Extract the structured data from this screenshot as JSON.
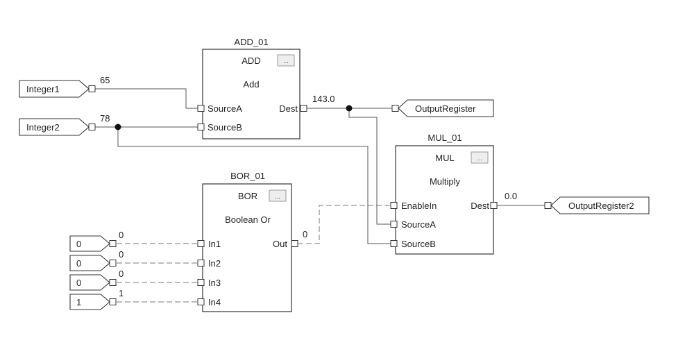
{
  "blocks": {
    "add": {
      "instance": "ADD_01",
      "mnemonic": "ADD",
      "description": "Add",
      "ellipsis": "...",
      "inputs": [
        "SourceA",
        "SourceB"
      ],
      "output": "Dest",
      "output_value": "143.0"
    },
    "mul": {
      "instance": "MUL_01",
      "mnemonic": "MUL",
      "description": "Multiply",
      "ellipsis": "...",
      "inputs": [
        "EnableIn",
        "SourceA",
        "SourceB"
      ],
      "output": "Dest",
      "output_value": "0.0"
    },
    "bor": {
      "instance": "BOR_01",
      "mnemonic": "BOR",
      "description": "Boolean Or",
      "ellipsis": "...",
      "inputs": [
        "In1",
        "In2",
        "In3",
        "In4"
      ],
      "output": "Out",
      "output_value": "0"
    }
  },
  "input_refs": [
    {
      "tag": "Integer1",
      "value": "65"
    },
    {
      "tag": "Integer2",
      "value": "78"
    }
  ],
  "constants": [
    {
      "box": "0",
      "value": "0"
    },
    {
      "box": "0",
      "value": "0"
    },
    {
      "box": "0",
      "value": "0"
    },
    {
      "box": "1",
      "value": "1"
    }
  ],
  "output_refs": [
    {
      "tag": "OutputRegister"
    },
    {
      "tag": "OutputRegister2"
    }
  ]
}
